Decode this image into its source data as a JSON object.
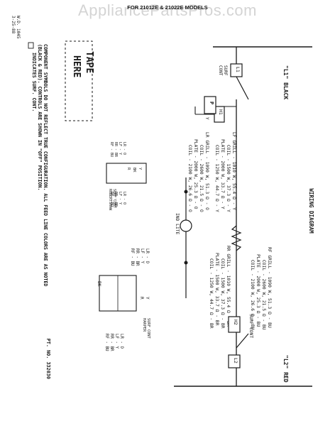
{
  "header": {
    "watermark": "AppliancePartsPros.com",
    "models": "FOR 21012E & 21022E MODELS"
  },
  "title": "WIRING DIAGRAM",
  "lines": {
    "l1": "\"L1\" BLACK",
    "l2": "\"L2\" RED"
  },
  "components": {
    "surf_cont_top": [
      "SURF",
      "CONT"
    ],
    "surf_cont_bottom": "SURF CONT",
    "ind_lite": "IND LITE",
    "l1_switch": "L1",
    "h1": "H1",
    "p": "P",
    "y": "Y",
    "h2": "H2",
    "l2_switch": "L2"
  },
  "elements": {
    "lf": [
      "LF GRILL - 1010 W, 55.4 Ω - Y",
      "COIL - 1500 W, 37.3 Ω - Y",
      "PLATE - 2000 W, 33.7 Ω - Y",
      "COIL - 1250 W, 44.7 Ω - Y"
    ],
    "lr": [
      "LR GRILL - 1090 W, 51.3 Ω - O",
      "COIL - 2600 W, 21.5 Ω - O",
      "PLATE - 2000 W, 25.3 Ω - O",
      "COIL - 2100 W, 26.6 Ω - O"
    ],
    "rf": [
      "RF GRILL - 1090 W, 51.3 Ω - BU",
      "COIL - 2600 W, 21.5 Ω - BU",
      "PLATE - 2000 W, 25.3 Ω - BU",
      "COIL - 2100 W, 26.6 Ω - BU"
    ],
    "rr": [
      "RR GRILL - 1010 W, 55.4 Ω - BR",
      "COIL - 1500 W, 37.3 Ω - BR",
      "PLATE - 1500 W, 33.7 Ω - BR",
      "COIL - 1250 W, 44.7 Ω - BR"
    ]
  },
  "robertshaw": {
    "title": [
      "SURF CONT",
      "ROBERTSHAW"
    ],
    "left_terms": [
      "LR - O",
      "LF - Y",
      "RR - BR",
      "RF - BU"
    ],
    "right_terms": [
      "LR - O",
      "LF - Y",
      "RR - BR",
      "RF - BU"
    ],
    "pins": [
      "Y",
      "BK",
      "R"
    ]
  },
  "harper": {
    "title": [
      "SURF CONT",
      "HARPER"
    ],
    "top_terms": [
      "LR - O",
      "LF - Y",
      "RR - BR",
      "RF - BU"
    ],
    "bottom_terms": [
      "LR - O",
      "LF - Y",
      "RR - BR",
      "RF - BU"
    ],
    "pins": [
      "BK",
      "Y",
      "R"
    ]
  },
  "tape": [
    "TAPE",
    "HERE"
  ],
  "notes": [
    "COMPONENT SYMBOLS DO NOT REFLECT TRUE CONFIGURATION. ALL FEED LINE COLORS ARE AS NOTED",
    "(BLACK & RED). CONTROLS ARE SHOWN IN \"OFF\" POSITION.",
    "INDICATES SURF. CONT."
  ],
  "part_no": "PT. NO. 332030",
  "revision": [
    "W.D. 1045",
    "3-25-88"
  ]
}
